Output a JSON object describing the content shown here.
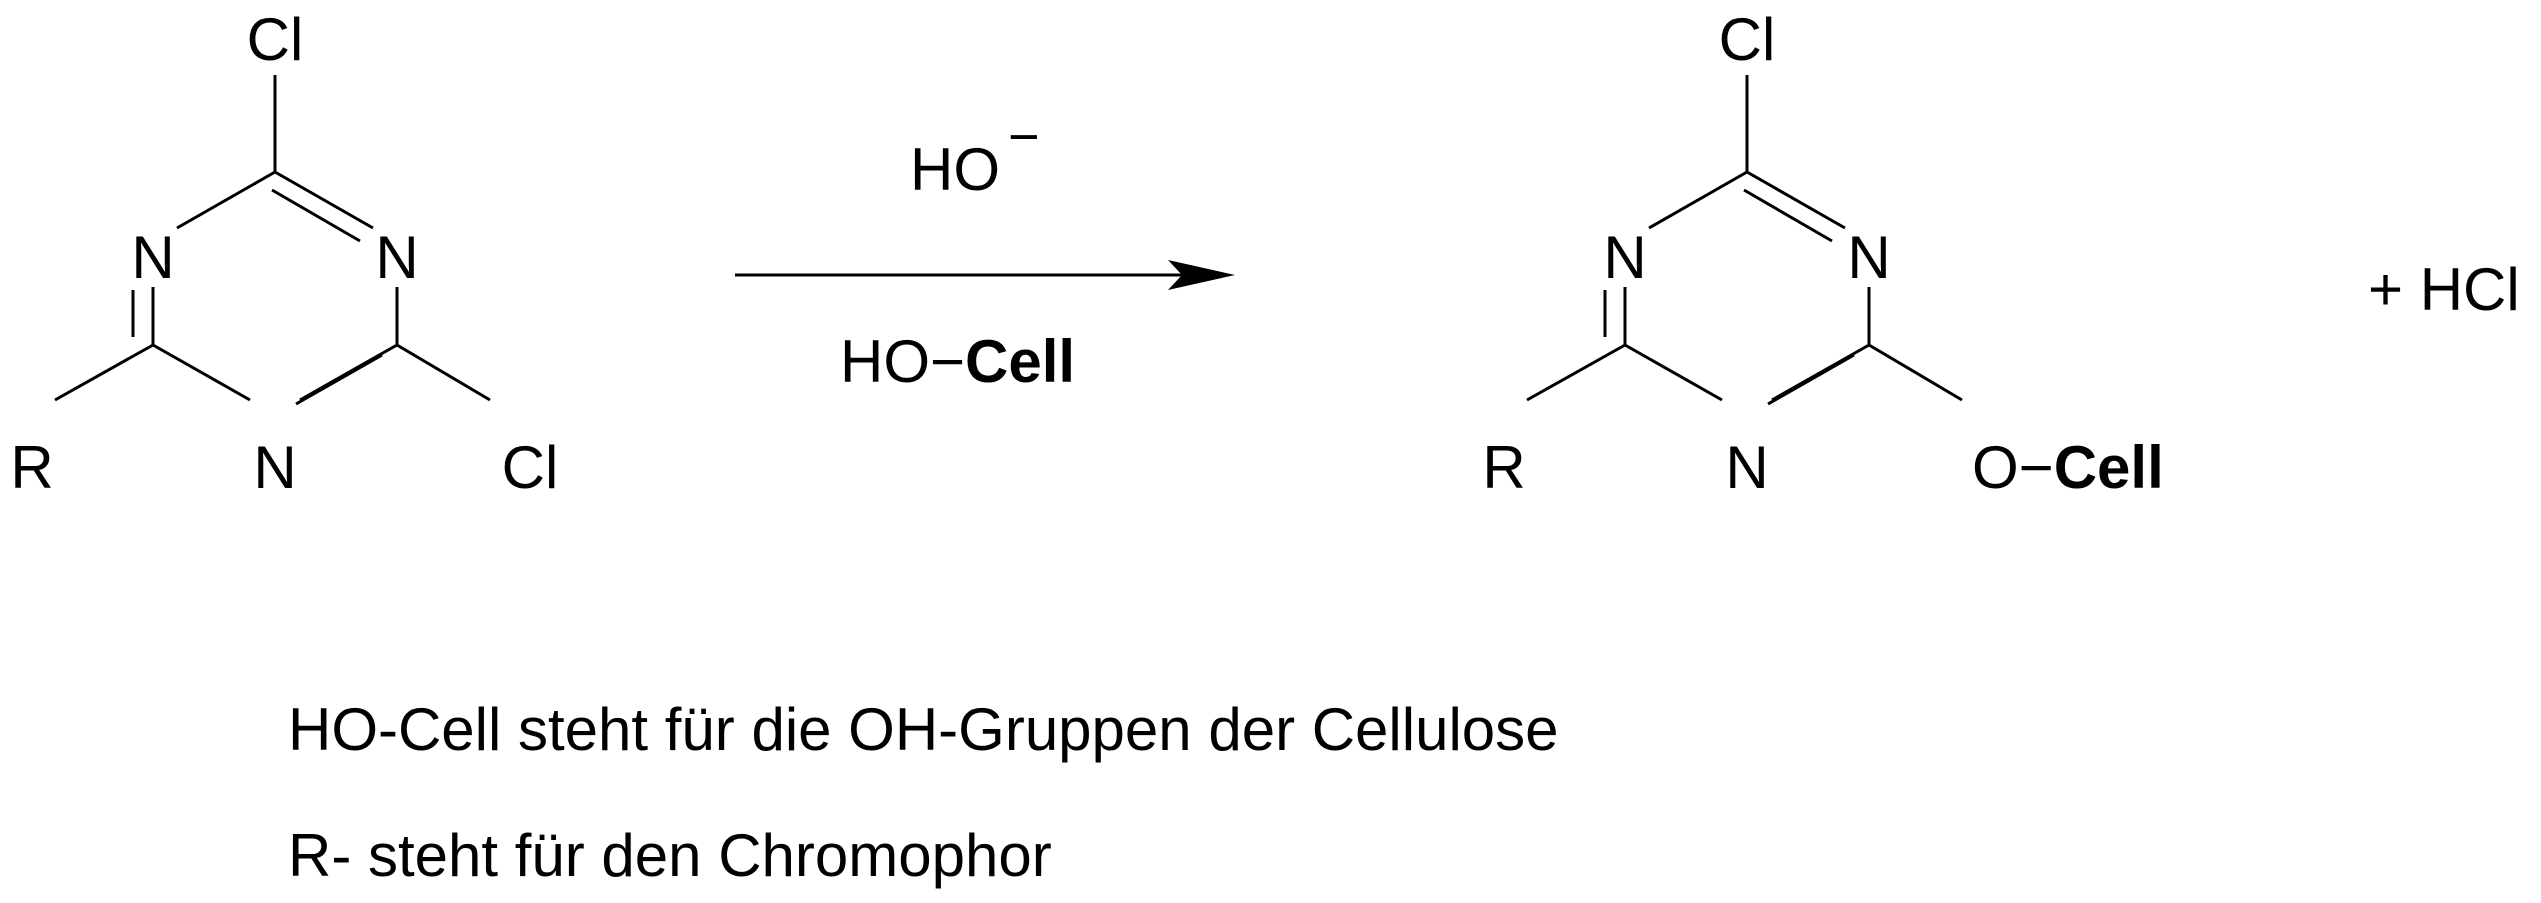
{
  "reactant": {
    "atoms": {
      "cl_top": "Cl",
      "n_left": "N",
      "n_right": "N",
      "n_bottom": "N",
      "r": "R",
      "cl_right": "Cl"
    }
  },
  "reagents": {
    "above_base": "HO",
    "above_charge": "−",
    "below_ho": "HO",
    "below_dash": "−",
    "below_cell": "Cell"
  },
  "product": {
    "atoms": {
      "cl_top": "Cl",
      "n_left": "N",
      "n_right": "N",
      "n_bottom": "N",
      "r": "R",
      "o": "O",
      "dash": "−",
      "cell": "Cell"
    }
  },
  "byproduct": "+ HCl",
  "legend": {
    "line1": "HO-Cell steht für die OH-Gruppen der Cellulose",
    "line2": "R- steht für den Chromophor"
  }
}
